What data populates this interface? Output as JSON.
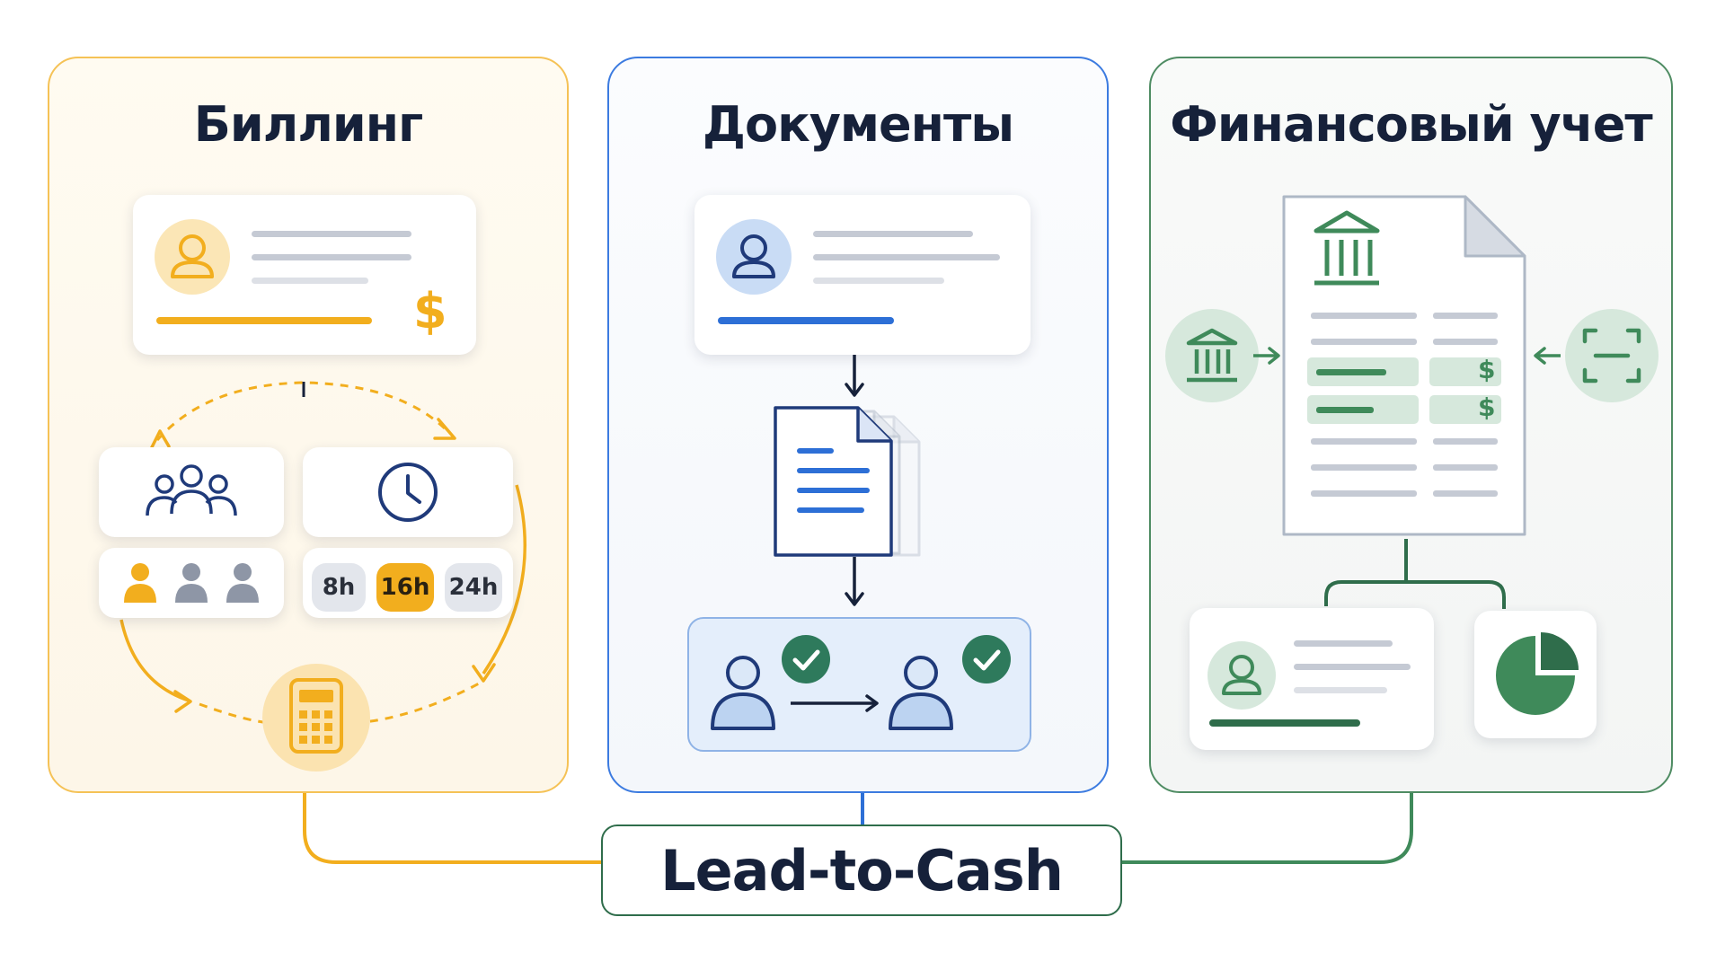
{
  "billing": {
    "title": "Биллинг",
    "currency_symbol": "$",
    "shift_options": [
      "8h",
      "16h",
      "24h"
    ],
    "selected_shift": "16h",
    "accent_color": "#f2ae1e"
  },
  "documents": {
    "title": "Документы",
    "accent_color": "#2d6fd6"
  },
  "finance": {
    "title": "Финансовый учет",
    "currency_symbol_1": "$",
    "currency_symbol_2": "$",
    "accent_color": "#3f8a5a"
  },
  "hub": {
    "label": "Lead-to-Cash"
  }
}
